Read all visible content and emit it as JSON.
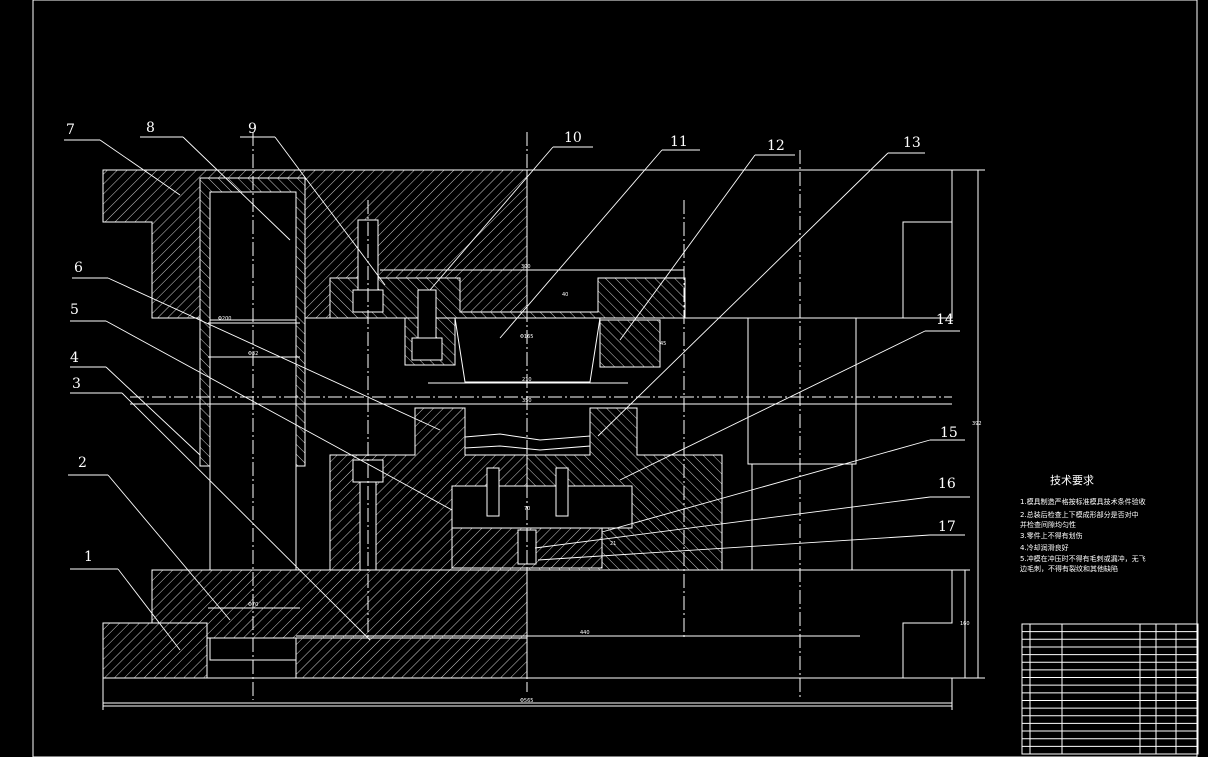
{
  "drawing": {
    "part_numbers": [
      "1",
      "2",
      "3",
      "4",
      "5",
      "6",
      "7",
      "8",
      "9",
      "10",
      "11",
      "12",
      "13",
      "14",
      "15",
      "16",
      "17"
    ],
    "dimensions": {
      "d_top_width": "300",
      "d_slot_depth": "40",
      "d_left_dia": "Φ200",
      "d_pin_top": "Φ32",
      "d_punch_dia": "Φ165",
      "d_cavity_width": "210",
      "d_mid_width": "350",
      "d_right_h": "45",
      "d_base_width": "440",
      "d_overall_w": "Φ565",
      "d_pin_bottom": "Φ70",
      "d_height_right": "160",
      "d_total_height": "392",
      "d_small1": "70",
      "d_small2": "21"
    },
    "requirements": {
      "title": "技术要求",
      "items": [
        "1.模具制造严格按标准模具技术条件验收",
        "2.总装后检查上下模成形部分是否对中",
        "   并检查间隙均匀性",
        "3.零件上不得有划伤",
        "4.冷却润滑良好",
        "5.冲模在冲压时不得有毛刺或漏冲，无飞",
        "   边毛刺，不得有裂纹和其他缺陷"
      ]
    },
    "title_block_rows": [
      "",
      "",
      "",
      "",
      "",
      "",
      "",
      "",
      "",
      "",
      "",
      "",
      "",
      "",
      "",
      "",
      ""
    ]
  }
}
